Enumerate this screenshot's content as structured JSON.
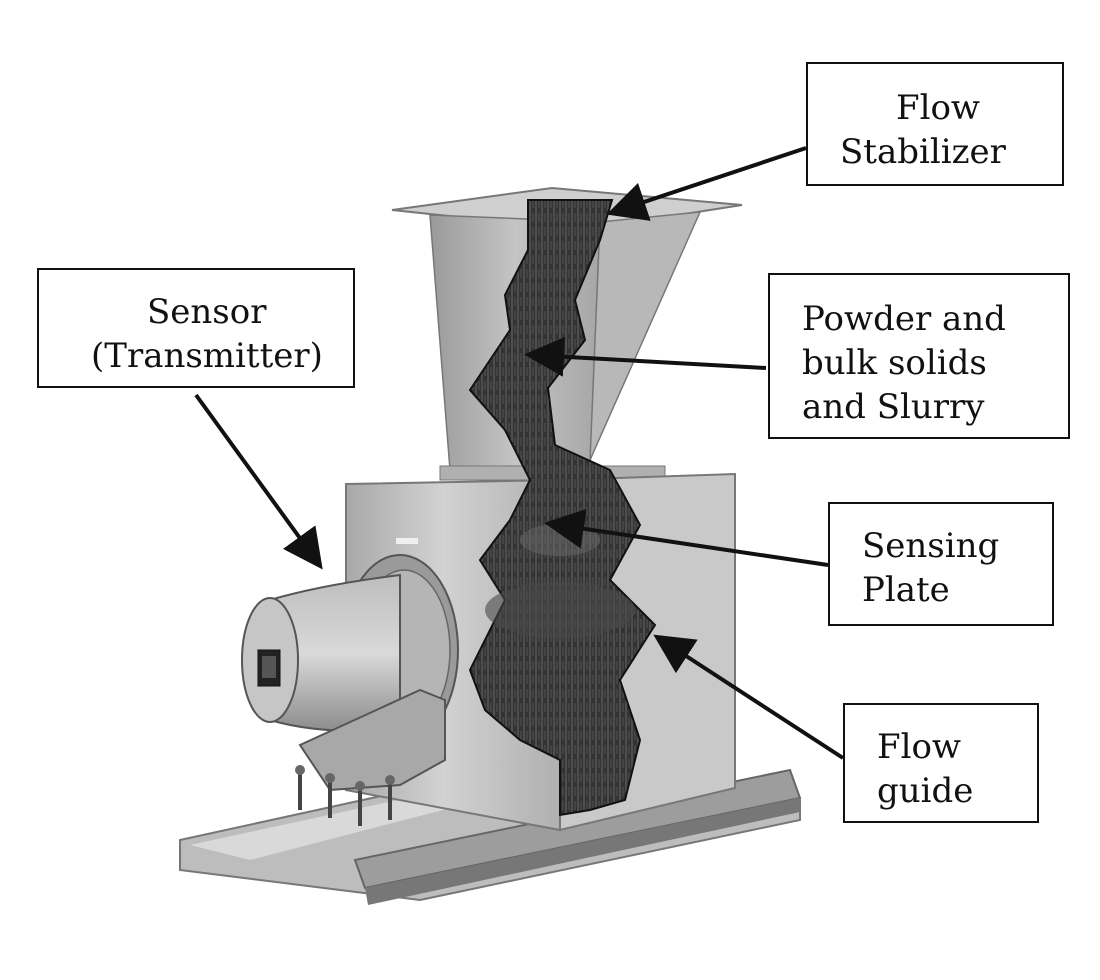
{
  "labels": {
    "flow_stabilizer": [
      "Flow",
      "Stabilizer"
    ],
    "sensor": [
      "Sensor",
      "(Transmitter)"
    ],
    "powder": [
      "Powder and",
      "bulk solids",
      "and Slurry"
    ],
    "sensing_plate": [
      "Sensing",
      "Plate"
    ],
    "flow_guide": [
      "Flow",
      "guide"
    ]
  }
}
